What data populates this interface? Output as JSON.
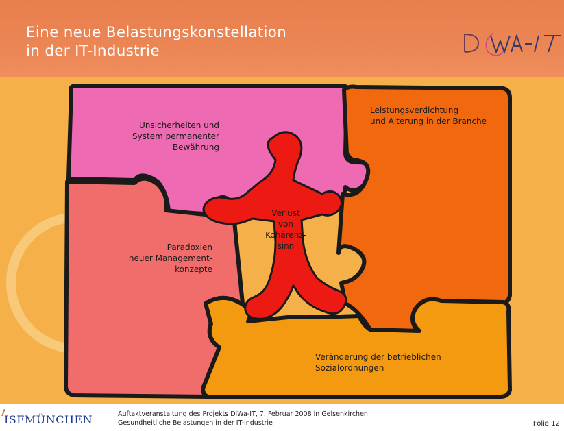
{
  "slide": {
    "title_line1": "Eine neue Belastungskonstellation",
    "title_line2": "in der IT-Industrie",
    "logo_text": "DiWA-IT",
    "slide_number": "Folie 12"
  },
  "puzzle": {
    "top_left": "Unsicherheiten und\nSystem permanenter\nBewährung",
    "top_right": "Leistungsverdichtung\nund Alterung in der Branche",
    "left": "Paradoxien\nneuer Management-\nkonzepte",
    "center": "Verlust\nvon\nKohärenz-\nsinn",
    "bottom": "Veränderung der betrieblichen\nSozialordnungen",
    "colors": {
      "top_left": "#ee6ab2",
      "top_right": "#f2680e",
      "left": "#f06d6c",
      "bottom": "#f49a10",
      "center": "#ec1a12",
      "outline": "#1a1a1a"
    }
  },
  "footer": {
    "institute": "ISFMÜNCHEN",
    "line1": "Auftaktveranstaltung des Projekts DiWa-IT, 7. Februar 2008 in Gelsenkirchen",
    "line2": "Gesundheitliche Belastungen in der IT-Industrie"
  }
}
